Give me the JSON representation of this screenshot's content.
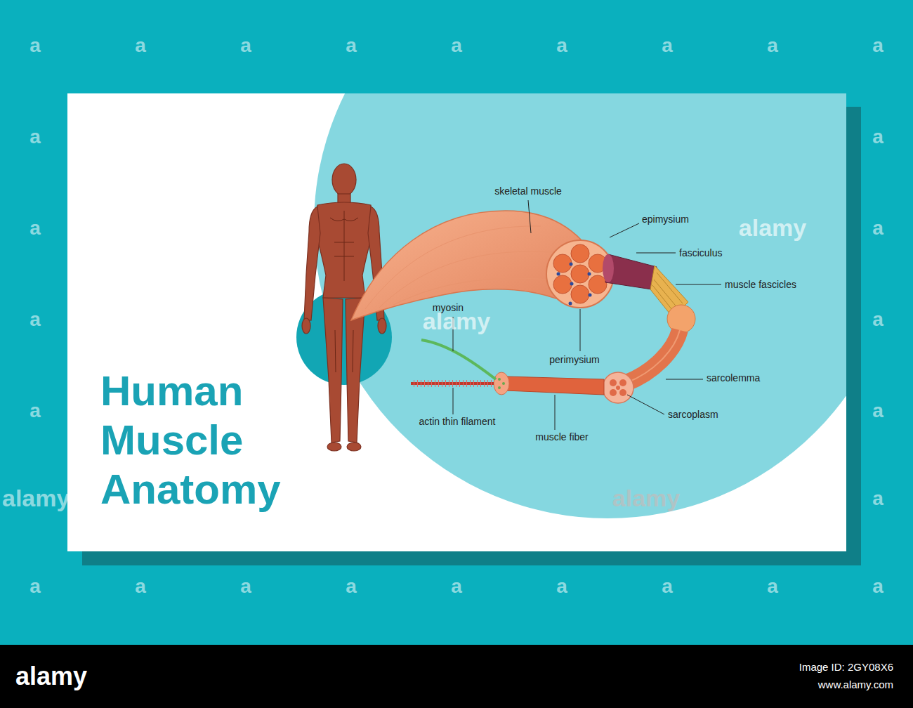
{
  "diagram": {
    "title": "Human Muscle Anatomy",
    "labels": [
      "skeletal muscle",
      "epimysium",
      "fasciculus",
      "muscle fascicles",
      "myosin",
      "perimysium",
      "sarcolemma",
      "sarcoplasm",
      "actin thin filament",
      "muscle fiber",
      "alamy",
      "alamy",
      "alamy",
      "alamy",
      "a",
      "a",
      "a",
      "a",
      "a",
      "a",
      "a",
      "a",
      "a",
      "a",
      "a",
      "a",
      "a",
      "a",
      "a",
      "a",
      "a",
      "a",
      "a",
      "a",
      "a",
      "a",
      "a",
      "a",
      "a",
      "a",
      "a",
      "alamy",
      "Image ID: 2GY08X6",
      "www.alamy.com"
    ]
  }
}
